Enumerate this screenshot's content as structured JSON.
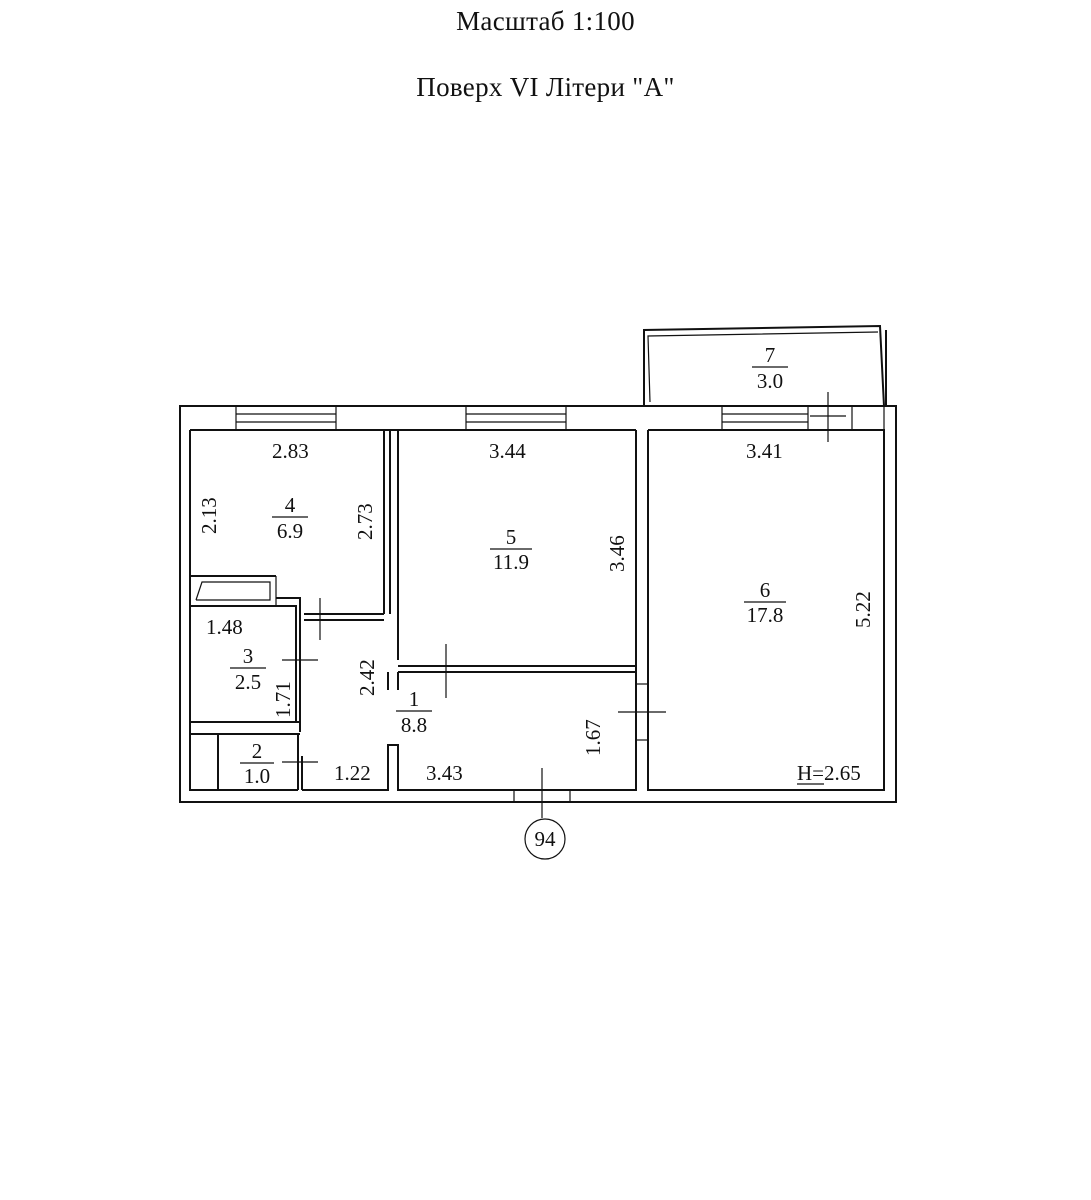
{
  "header": {
    "scale": "Масштаб 1:100",
    "floor": "Поверх VI Літери \"А\""
  },
  "rooms": {
    "r1": {
      "number": "1",
      "area": "8.8"
    },
    "r2": {
      "number": "2",
      "area": "1.0"
    },
    "r3": {
      "number": "3",
      "area": "2.5"
    },
    "r4": {
      "number": "4",
      "area": "6.9"
    },
    "r5": {
      "number": "5",
      "area": "11.9"
    },
    "r6": {
      "number": "6",
      "area": "17.8"
    },
    "r7": {
      "number": "7",
      "area": "3.0"
    }
  },
  "dimensions": {
    "d_2_83": "2.83",
    "d_3_44": "3.44",
    "d_3_41": "3.41",
    "d_2_13": "2.13",
    "d_2_73": "2.73",
    "d_3_46": "3.46",
    "d_5_22": "5.22",
    "d_1_48": "1.48",
    "d_2_42": "2.42",
    "d_1_71": "1.71",
    "d_1_67": "1.67",
    "d_1_22": "1.22",
    "d_3_43": "3.43"
  },
  "ceiling_height": "H=2.65",
  "entrance_number": "94"
}
